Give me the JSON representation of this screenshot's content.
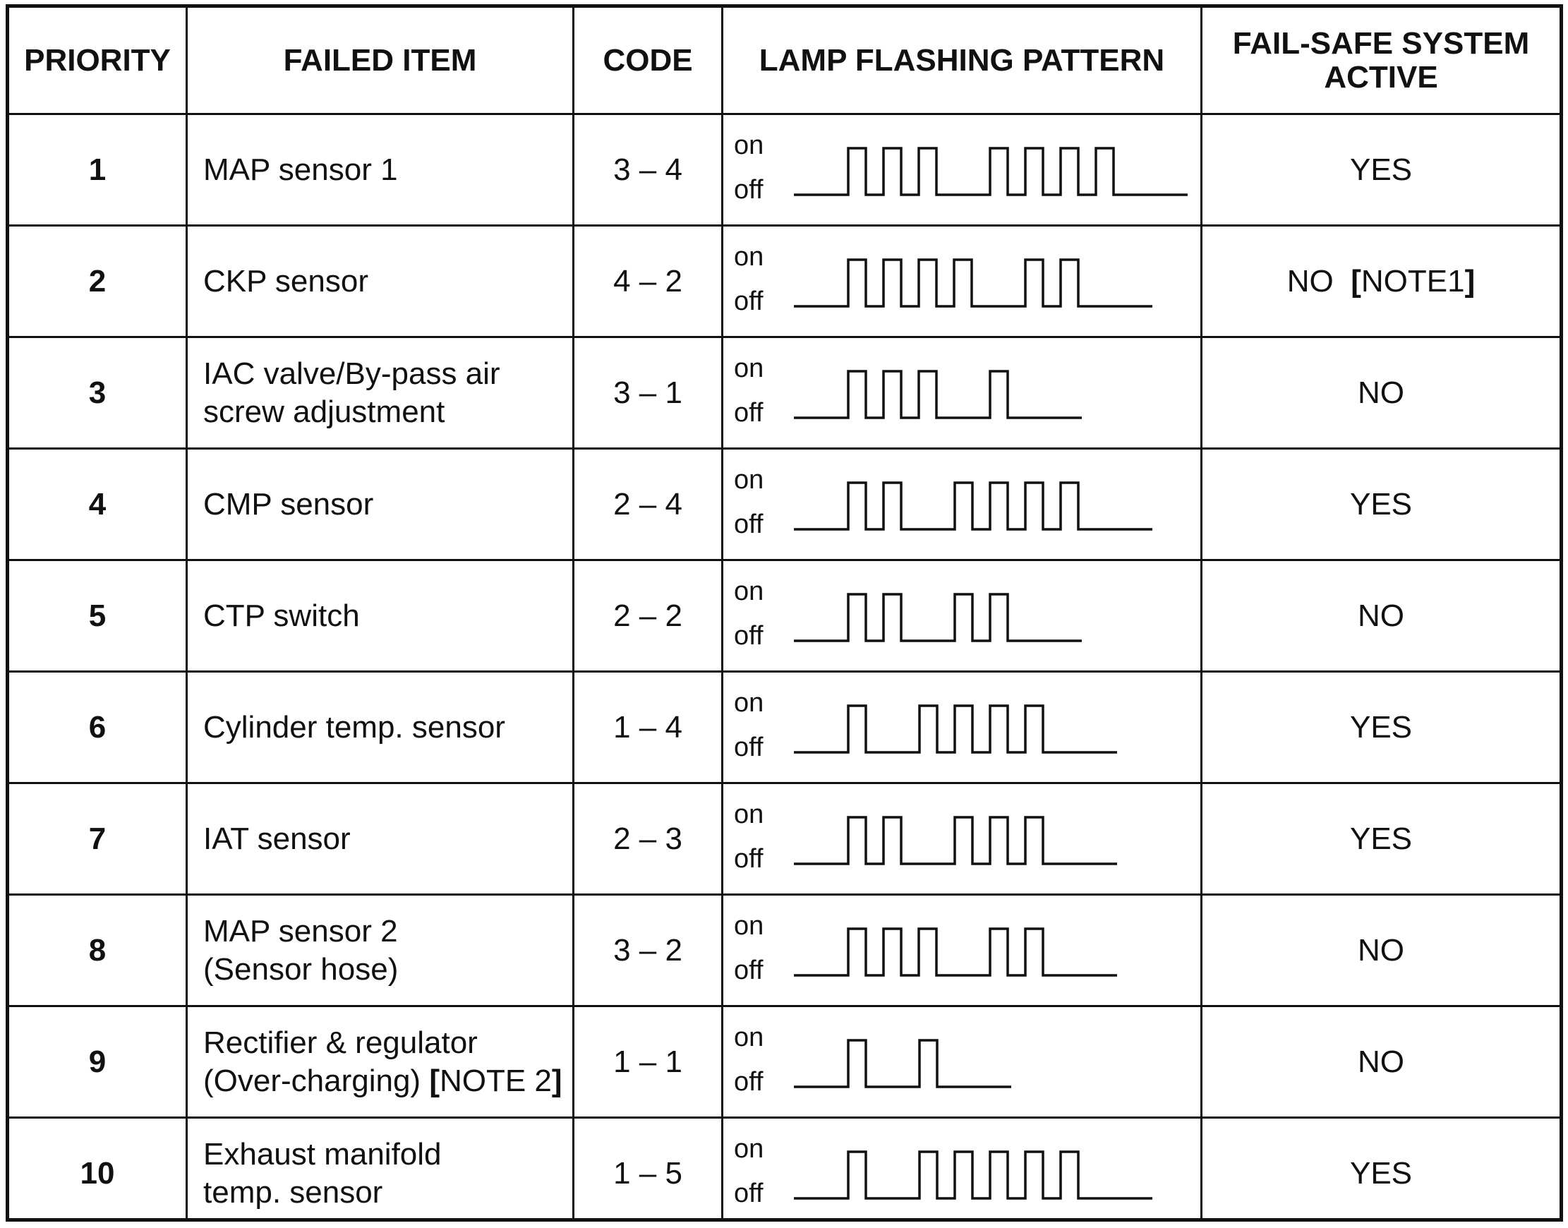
{
  "headers": {
    "priority": "PRIORITY",
    "failed_item": "FAILED ITEM",
    "code": "CODE",
    "lamp": "LAMP FLASHING PATTERN",
    "failsafe_line1": "FAIL-SAFE SYSTEM",
    "failsafe_line2": "ACTIVE"
  },
  "lamp_labels": {
    "on": "on",
    "off": "off"
  },
  "rows": [
    {
      "priority": "1",
      "item": [
        "MAP sensor 1"
      ],
      "code": "3 – 4",
      "pulses": [
        3,
        4
      ],
      "failsafe": "YES"
    },
    {
      "priority": "2",
      "item": [
        "CKP sensor"
      ],
      "code": "4 – 2",
      "pulses": [
        4,
        2
      ],
      "failsafe": "NO",
      "note_open": "[",
      "note_text": "NOTE1",
      "note_close": "]"
    },
    {
      "priority": "3",
      "item": [
        "IAC valve/By-pass air",
        "screw adjustment"
      ],
      "code": "3 – 1",
      "pulses": [
        3,
        1
      ],
      "failsafe": "NO"
    },
    {
      "priority": "4",
      "item": [
        "CMP sensor"
      ],
      "code": "2 – 4",
      "pulses": [
        2,
        4
      ],
      "failsafe": "YES"
    },
    {
      "priority": "5",
      "item": [
        "CTP switch"
      ],
      "code": "2 – 2",
      "pulses": [
        2,
        2
      ],
      "failsafe": "NO"
    },
    {
      "priority": "6",
      "item": [
        "Cylinder temp. sensor"
      ],
      "code": "1 – 4",
      "pulses": [
        1,
        4
      ],
      "failsafe": "YES"
    },
    {
      "priority": "7",
      "item": [
        "IAT sensor"
      ],
      "code": "2 – 3",
      "pulses": [
        2,
        3
      ],
      "failsafe": "YES"
    },
    {
      "priority": "8",
      "item": [
        "MAP sensor 2",
        "(Sensor hose)"
      ],
      "code": "3 – 2",
      "pulses": [
        3,
        2
      ],
      "failsafe": "NO"
    },
    {
      "priority": "9",
      "item": [
        "Rectifier & regulator",
        "(Over-charging) "
      ],
      "item_note_open": "[",
      "item_note_text": "NOTE 2",
      "item_note_close": "]",
      "code": "1 – 1",
      "pulses": [
        1,
        1
      ],
      "failsafe": "NO"
    },
    {
      "priority": "10",
      "item": [
        "Exhaust manifold",
        "temp. sensor"
      ],
      "code": "1 – 5",
      "pulses": [
        1,
        5
      ],
      "failsafe": "YES"
    }
  ]
}
